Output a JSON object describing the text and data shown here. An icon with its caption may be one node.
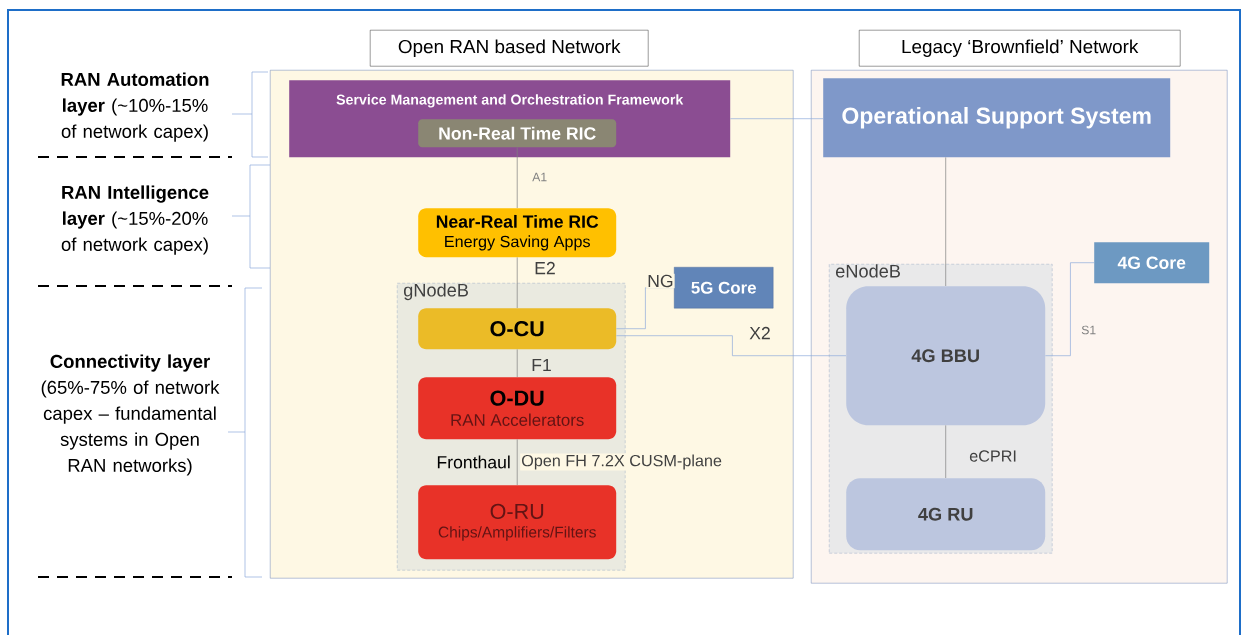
{
  "diagram": {
    "nodes": [
      {
        "text": [
          "Open RAN based Network"
        ]
      },
      {
        "text": [
          "Service Management and Orchestration Framework"
        ],
        "in": 0
      },
      {
        "text": [
          "Non-Real Time RIC"
        ],
        "in": 1
      },
      {
        "text": [
          "Near-Real Time RIC",
          "Energy Saving Apps"
        ],
        "in": 0
      },
      {
        "text": [
          "gNodeB"
        ],
        "in": 0
      },
      {
        "text": [
          "O-CU"
        ],
        "in": 4
      },
      {
        "text": [
          "O-DU",
          "RAN Accelerators"
        ],
        "in": 4
      },
      {
        "text": [
          "O-RU",
          "Chips/Amplifiers/Filters"
        ],
        "in": 4
      },
      {
        "text": [
          "5G Core"
        ],
        "in": 0
      },
      {
        "text": [
          "Legacy ‘Brownfield’ Network"
        ]
      },
      {
        "text": [
          "Operational Support System"
        ],
        "in": 9
      },
      {
        "text": [
          "eNodeB"
        ],
        "in": 9
      },
      {
        "text": [
          "4G BBU"
        ],
        "in": 11
      },
      {
        "text": [
          "4G RU"
        ],
        "in": 11
      },
      {
        "text": [
          "4G Core"
        ],
        "in": 9
      }
    ],
    "edges": [
      {
        "from": 1,
        "to": 10,
        "arrow": "none",
        "color": "#8eaadb"
      },
      {
        "from": 2,
        "to": 3,
        "arrow": "none",
        "label": "A1"
      },
      {
        "from": 3,
        "to": 5,
        "arrow": "none",
        "label": "E2"
      },
      {
        "from": 5,
        "to": 8,
        "arrow": "none",
        "label": "NG",
        "color": "#8eaadb"
      },
      {
        "from": 5,
        "to": 12,
        "arrow": "none",
        "label": "X2",
        "color": "#8eaadb"
      },
      {
        "from": 5,
        "to": 6,
        "arrow": "none",
        "label": "F1"
      },
      {
        "from": 6,
        "to": 7,
        "arrow": "none",
        "label": "Open FH 7.2X CUSM-plane"
      },
      {
        "from": 10,
        "to": 12,
        "arrow": "none"
      },
      {
        "from": 12,
        "to": 14,
        "arrow": "none",
        "label": "S1",
        "color": "#8eaadb"
      },
      {
        "from": 12,
        "to": 13,
        "arrow": "none",
        "label": "eCPRI"
      }
    ],
    "labels": [
      "**RAN Automation layer** (~10%-15% of network capex)",
      "**RAN Intelligence layer** (~15%-20% of network capex)",
      "**Connectivity layer** (65%-75% of network capex – fundamental systems in Open RAN networks)",
      "Fronthaul"
    ]
  }
}
